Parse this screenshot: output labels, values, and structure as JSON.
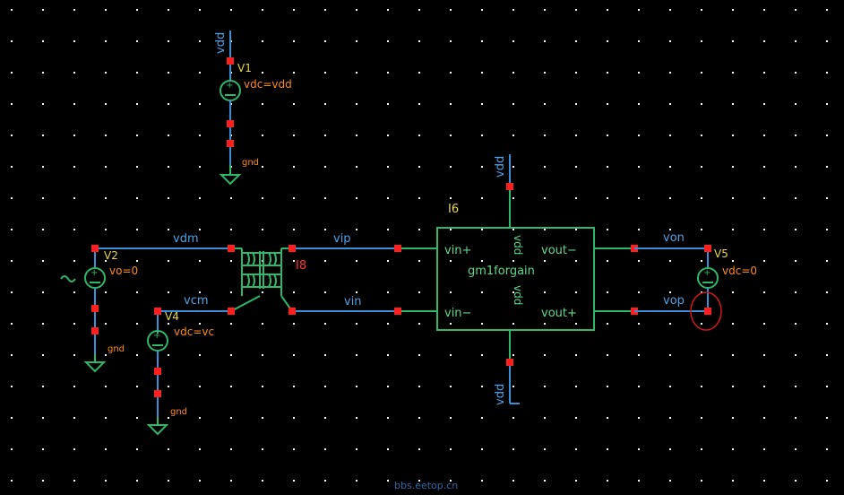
{
  "nets": {
    "vdd_top": "vdd",
    "vdd_i6_top": "vdd",
    "vdd_i6_bottom": "vdd",
    "vdm": "vdm",
    "vcm": "vcm",
    "vip": "vip",
    "vin": "vin",
    "von": "von",
    "vop": "vop"
  },
  "instances": {
    "v1": {
      "name": "V1",
      "param": "vdc=vdd",
      "gnd": "gnd"
    },
    "v2": {
      "name": "V2",
      "param": "vo=0",
      "gnd": "gnd"
    },
    "v4": {
      "name": "V4",
      "param": "vdc=vc",
      "gnd": "gnd"
    },
    "v5": {
      "name": "V5",
      "param": "vdc=0"
    },
    "i8": {
      "name": "I8"
    },
    "i6": {
      "name": "I6",
      "cell": "gm1forgain",
      "pins": {
        "vin_plus": "vin+",
        "vin_minus": "vin−",
        "vout_minus": "vout−",
        "vout_plus": "vout+",
        "vdd_top": "vdd",
        "vdd_bottom": "vdd"
      }
    }
  },
  "watermark": "bbs.eetop.cn",
  "colors": {
    "background": "#000000",
    "wire": "#3b8fd6",
    "symbol": "#2fb86a",
    "pin": "#ff1f1f",
    "instance": "#e8d84a",
    "param": "#ff8a1f",
    "highlight": "#d01818"
  }
}
